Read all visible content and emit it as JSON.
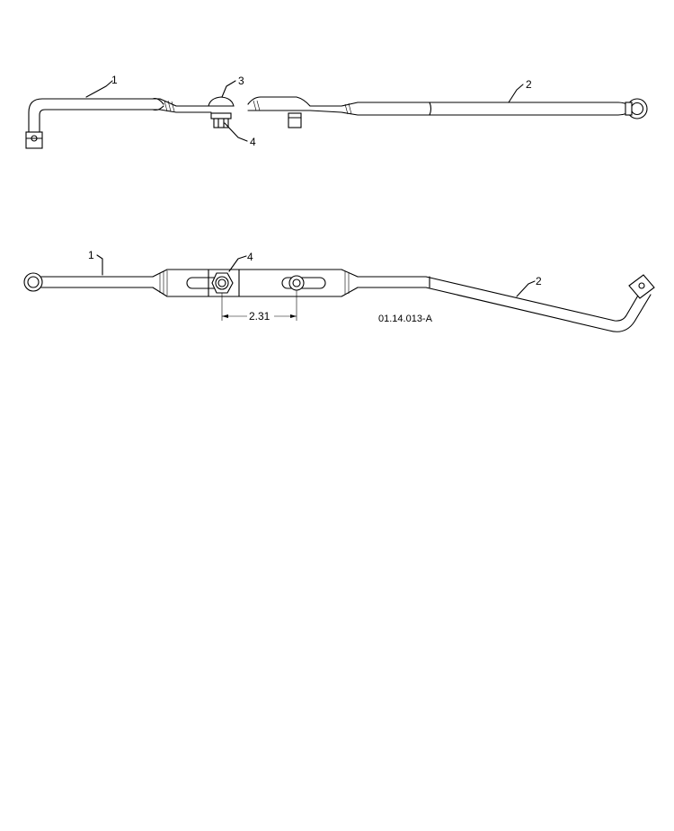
{
  "diagram": {
    "callouts": {
      "top_view": [
        "1",
        "2",
        "3",
        "4"
      ],
      "side_view": [
        "1",
        "4",
        "2"
      ]
    },
    "dimension": "2.31",
    "figure_id": "01.14.013-A"
  }
}
